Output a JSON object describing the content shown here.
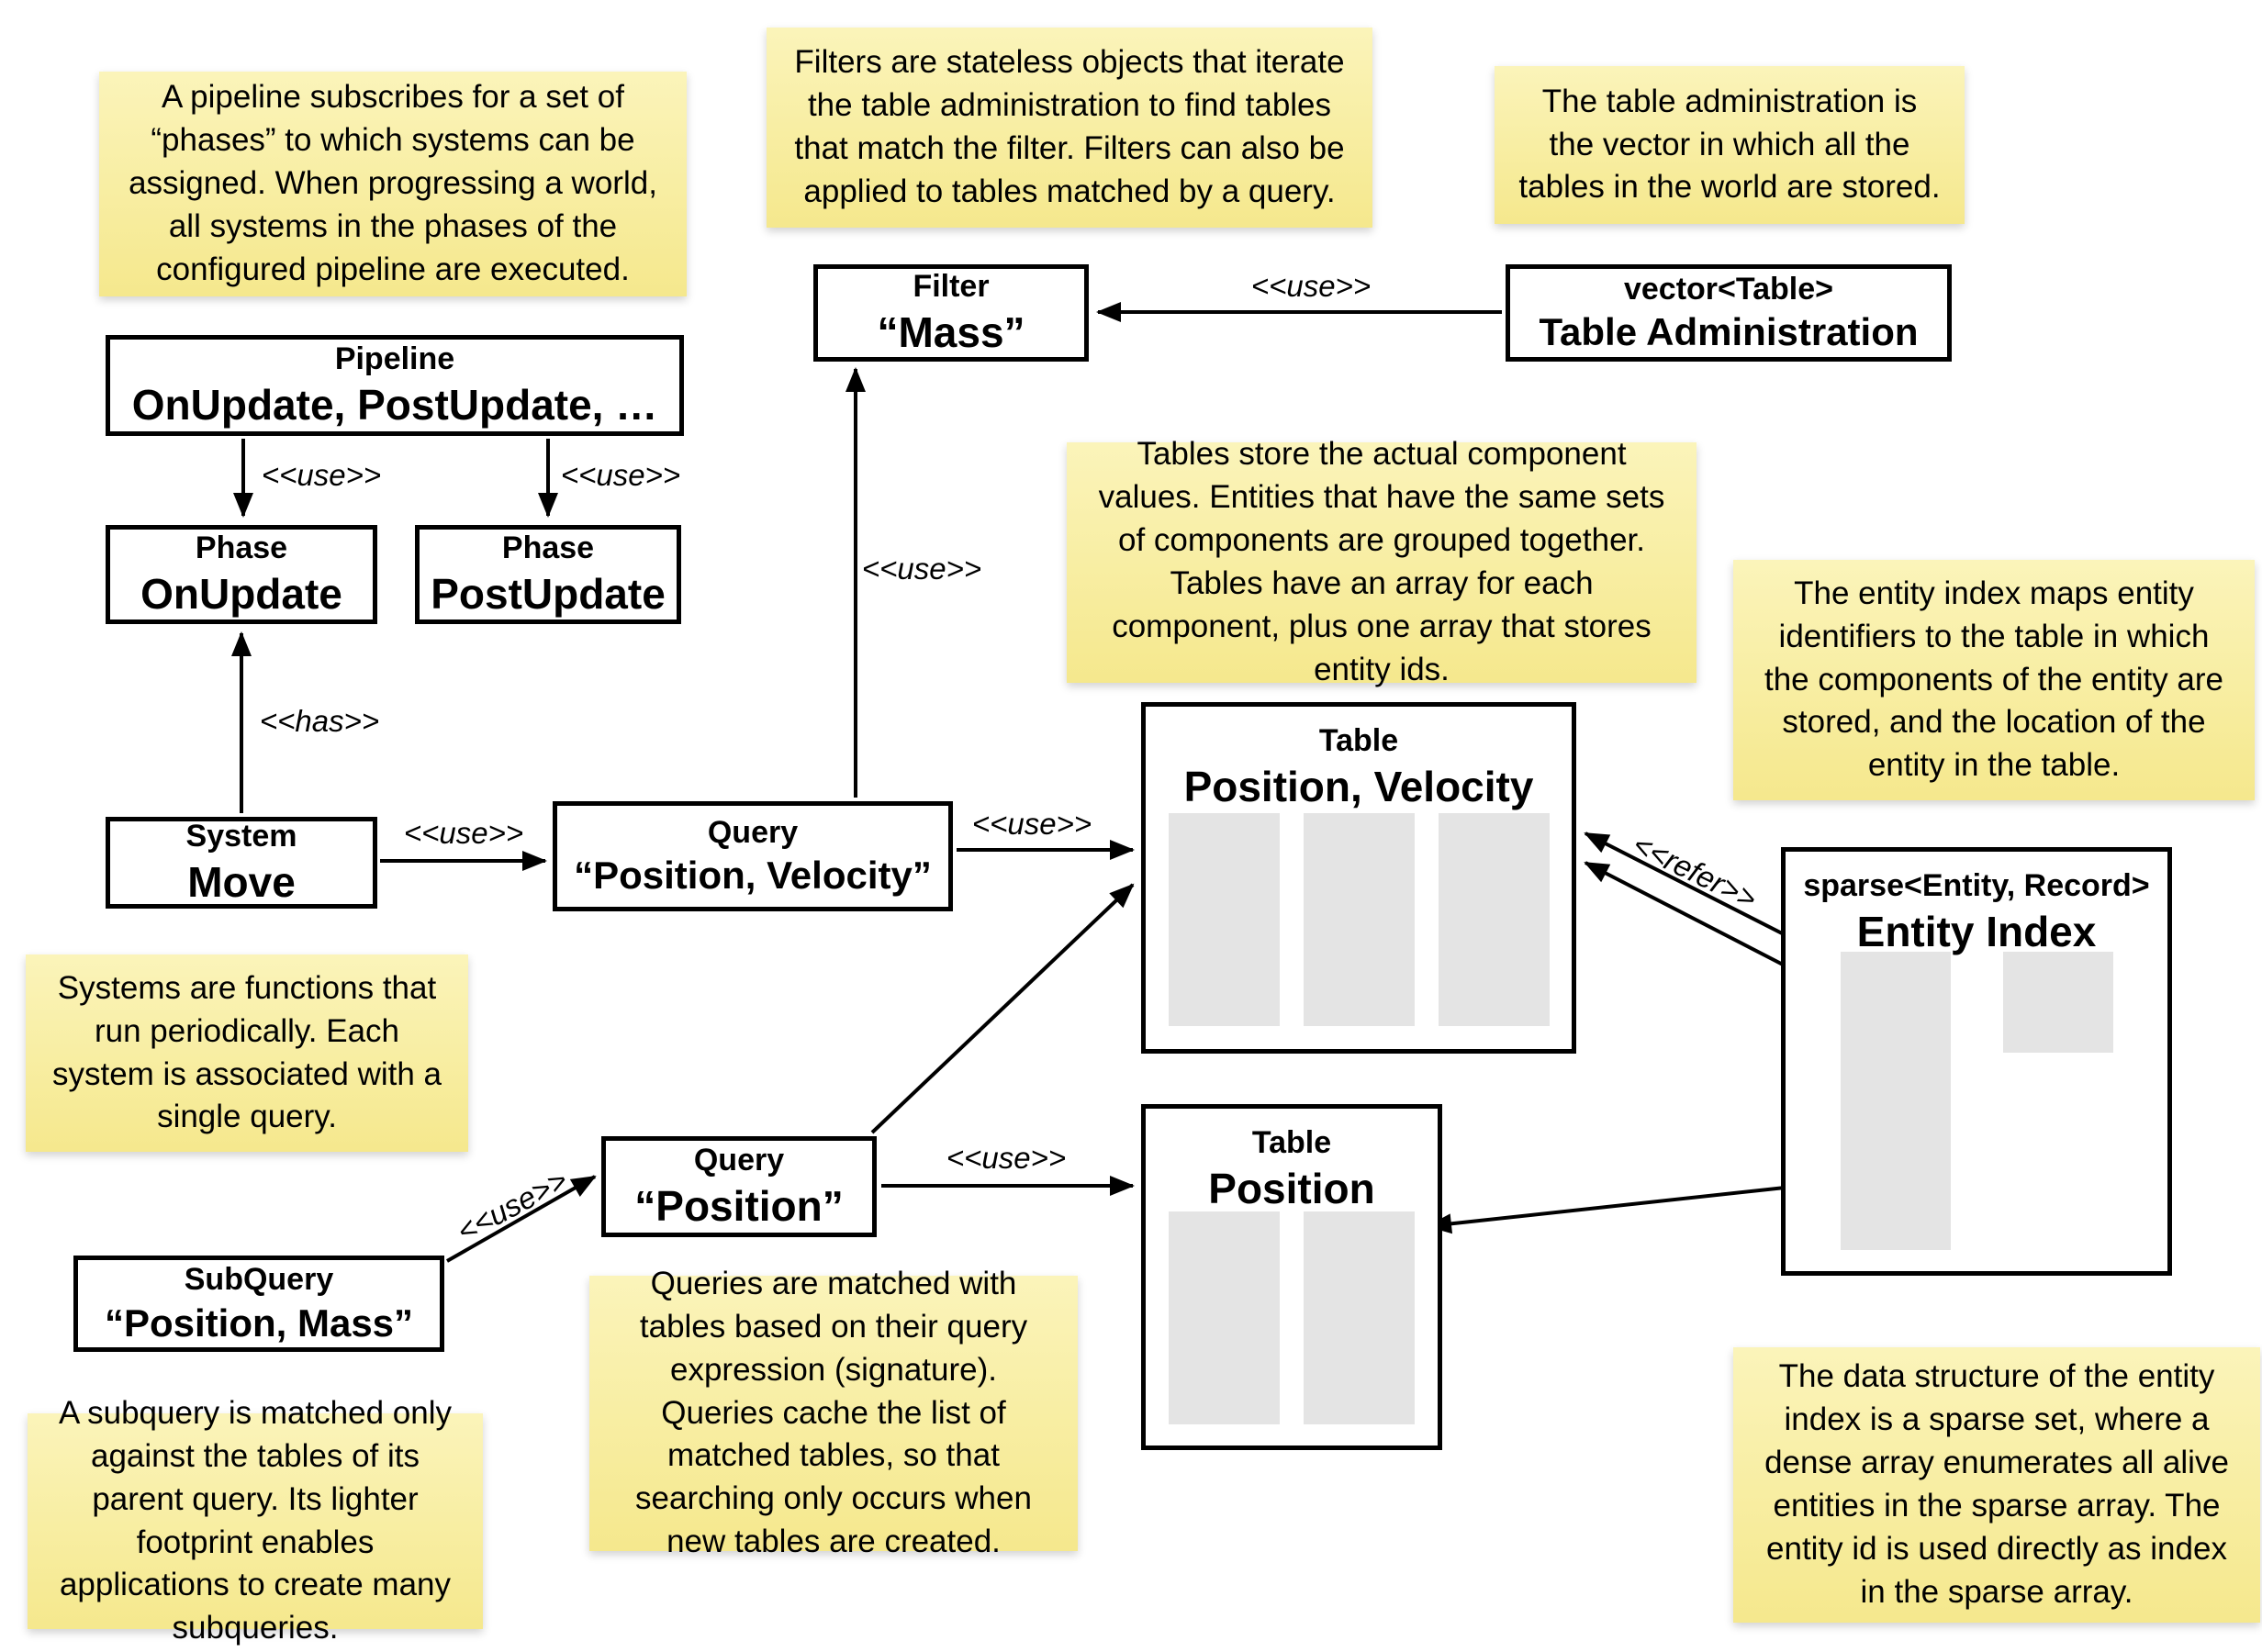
{
  "colors": {
    "note_top": "#fbf4ba",
    "note_bottom": "#f5e88d",
    "box_border": "#000000",
    "array_fill": "#e4e4e4"
  },
  "labels": {
    "use": "<<use>>",
    "has": "<<has>>",
    "refer": "<<refer>>"
  },
  "notes": {
    "pipeline": "A pipeline subscribes for a set of “phases” to which systems can be assigned. When progressing a world, all systems in the phases of the configured pipeline are executed.",
    "filters": "Filters are stateless objects that iterate the table administration to find tables that match the filter. Filters can also be applied to tables matched by a query.",
    "table_admin": "The table administration is the vector in which all the tables in the world are stored.",
    "tables": "Tables store the actual component values. Entities that have the same sets of components are grouped together. Tables have an array for each component, plus one array that stores entity ids.",
    "entity_index": "The entity index maps entity identifiers to the table in which the components of the entity are stored, and the location of the entity in the table.",
    "systems": "Systems are functions that run periodically. Each system is associated with a single query.",
    "queries": "Queries are matched with tables based on their query expression (signature). Queries cache the list of matched tables, so that searching only occurs when new tables are created.",
    "subquery": "A subquery is matched only against the tables of its parent query. Its lighter footprint enables applications to create many subqueries.",
    "entity_data": "The data structure of the entity index is a sparse set, where a dense array enumerates all alive entities in the sparse array. The entity id is used directly as index in the sparse array."
  },
  "boxes": {
    "pipeline": {
      "stereotype": "Pipeline",
      "name": "OnUpdate, PostUpdate, …"
    },
    "phase_onupdate": {
      "stereotype": "Phase",
      "name": "OnUpdate"
    },
    "phase_postupdate": {
      "stereotype": "Phase",
      "name": "PostUpdate"
    },
    "system_move": {
      "stereotype": "System",
      "name": "Move"
    },
    "query_pos_vel": {
      "stereotype": "Query",
      "name": "“Position, Velocity”"
    },
    "filter_mass": {
      "stereotype": "Filter",
      "name": "“Mass”"
    },
    "table_admin": {
      "stereotype": "vector<Table>",
      "name": "Table Administration"
    },
    "table_pos_vel": {
      "stereotype": "Table",
      "name": "Position, Velocity"
    },
    "table_pos": {
      "stereotype": "Table",
      "name": "Position"
    },
    "entity_index": {
      "stereotype": "sparse<Entity, Record>",
      "name": "Entity Index"
    },
    "query_pos": {
      "stereotype": "Query",
      "name": "“Position”"
    },
    "subquery": {
      "stereotype": "SubQuery",
      "name": "“Position, Mass”"
    }
  }
}
